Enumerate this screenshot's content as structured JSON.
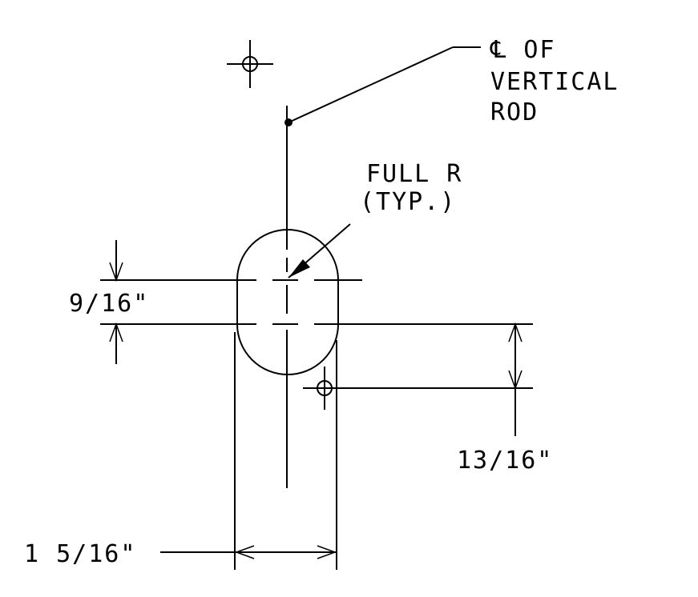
{
  "labels": {
    "centerline_line1": "℄ OF",
    "centerline_line2": "VERTICAL",
    "centerline_line3": "ROD",
    "radius_line1": "FULL R",
    "radius_line2": "(TYP.)",
    "dim_slot_height": "9/16\"",
    "dim_offset": "13/16\"",
    "dim_slot_width": "1 5/16\""
  }
}
